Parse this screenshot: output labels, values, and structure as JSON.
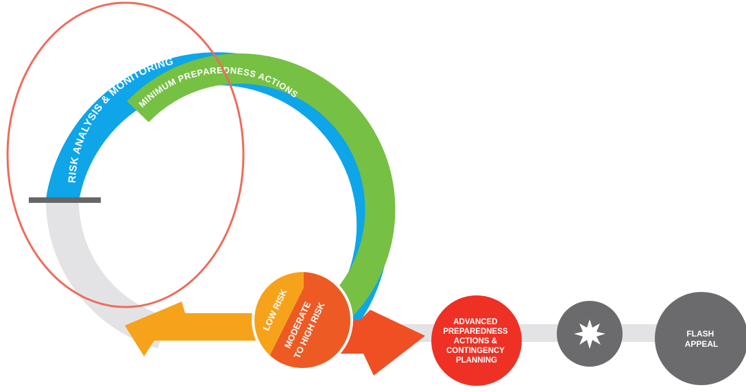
{
  "colors": {
    "blue_arc": "#0ea5e9",
    "green_arc": "#76c043",
    "gray_arc": "#e3e3e5",
    "orange_arrow": "#f7a21b",
    "red_arrow": "#f04e23",
    "low_risk_circle": "#f7a21b",
    "high_risk_circle": "#ee5a24",
    "advanced_circle": "#ee3124",
    "burst_circle": "#6b6b6d",
    "flash_circle": "#6b6b6d",
    "connector": "#e3e3e5",
    "annotation": "#ef6b5b",
    "marker": "#666666"
  },
  "arcs": {
    "blue_label": "RISK ANALYSIS & MONITORING",
    "green_label": "MINIMUM PREPAREDNESS ACTIONS"
  },
  "risk_circle": {
    "low_label": "LOW RISK",
    "high_label_line1": "MODERATE",
    "high_label_line2": "TO HIGH RISK"
  },
  "steps": {
    "advanced_lines": [
      "ADVANCED",
      "PREPAREDNESS",
      "ACTIONS &",
      "CONTINGENCY",
      "PLANNING"
    ],
    "burst_icon": "explosion-burst-icon",
    "flash_lines": [
      "FLASH",
      "APPEAL"
    ]
  }
}
